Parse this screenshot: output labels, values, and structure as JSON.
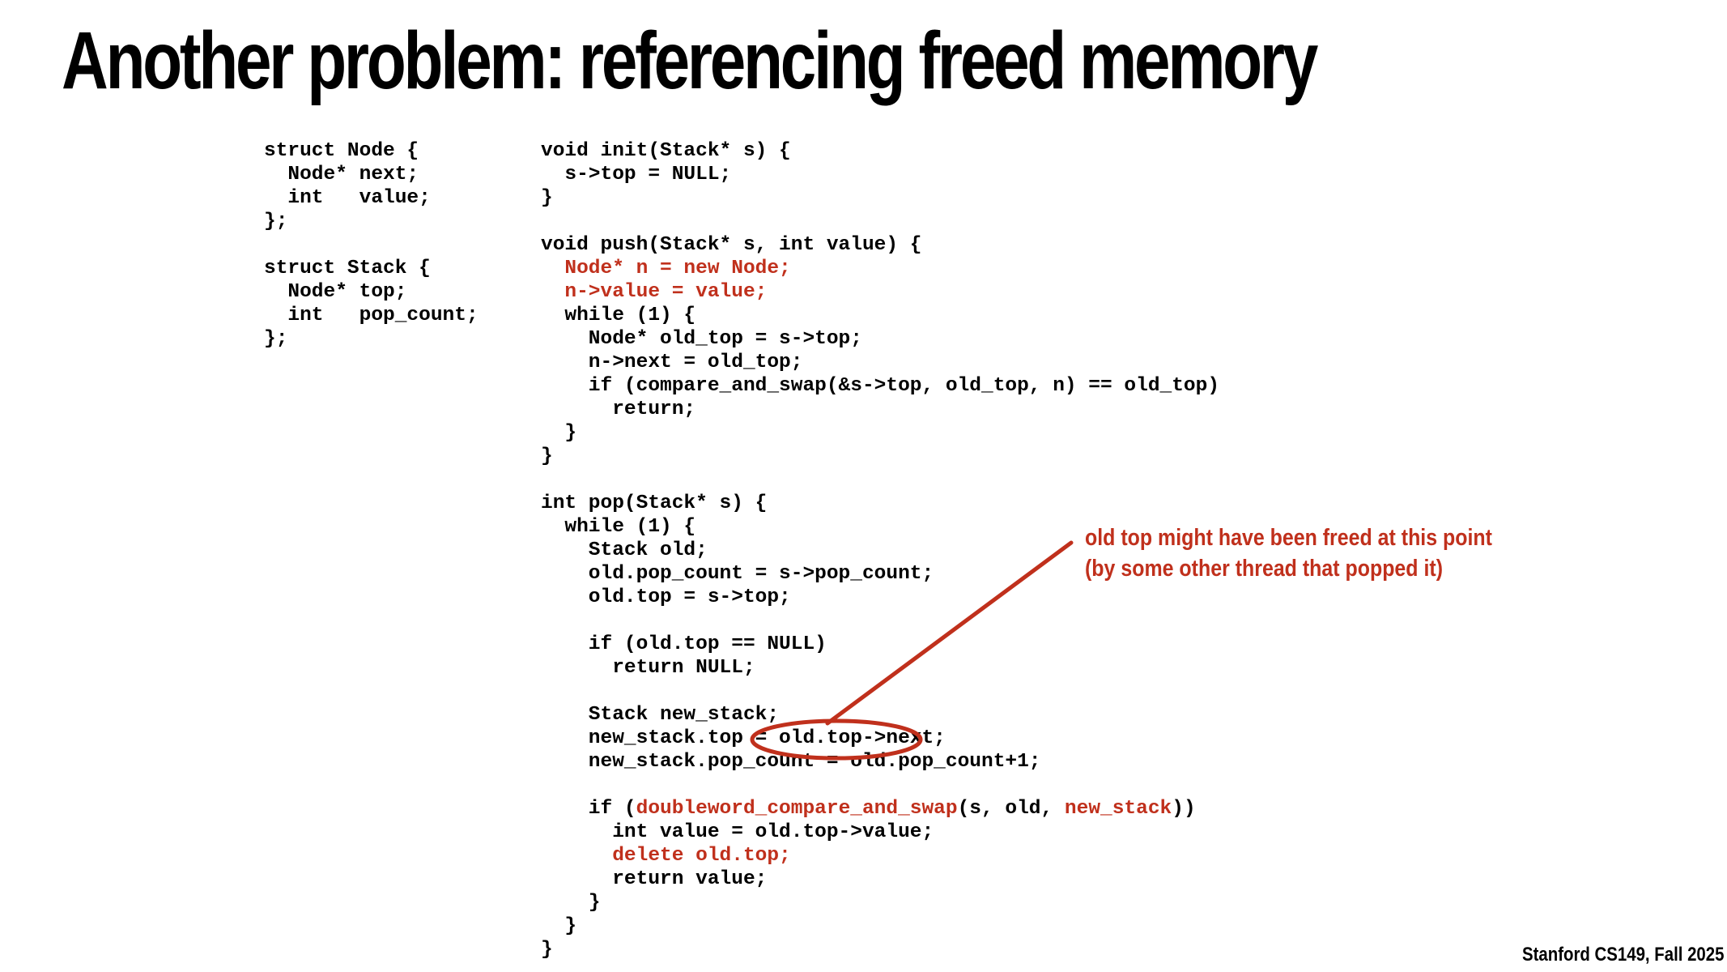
{
  "slide": {
    "title": "Another problem: referencing freed memory",
    "footer": "Stanford CS149, Fall 2025",
    "accent_color": "#c0301c"
  },
  "code_left": [
    [
      {
        "t": "struct Node {"
      }
    ],
    [
      {
        "t": "  Node* next;"
      }
    ],
    [
      {
        "t": "  int   value;"
      }
    ],
    [
      {
        "t": "};"
      }
    ],
    [
      {
        "t": ""
      }
    ],
    [
      {
        "t": "struct Stack {"
      }
    ],
    [
      {
        "t": "  Node* top;"
      }
    ],
    [
      {
        "t": "  int   pop_count;"
      }
    ],
    [
      {
        "t": "};"
      }
    ]
  ],
  "code_right": [
    [
      {
        "t": "void init(Stack* s) {"
      }
    ],
    [
      {
        "t": "  s->top = NULL;"
      }
    ],
    [
      {
        "t": "}"
      }
    ],
    [
      {
        "t": ""
      }
    ],
    [
      {
        "t": "void push(Stack* s, int value) {"
      }
    ],
    [
      {
        "t": "  "
      },
      {
        "t": "Node* n = new Node;",
        "red": true
      }
    ],
    [
      {
        "t": "  "
      },
      {
        "t": "n->value = value;",
        "red": true
      }
    ],
    [
      {
        "t": "  while (1) {"
      }
    ],
    [
      {
        "t": "    Node* old_top = s->top;"
      }
    ],
    [
      {
        "t": "    n->next = old_top;"
      }
    ],
    [
      {
        "t": "    if (compare_and_swap(&s->top, old_top, n) == old_top)"
      }
    ],
    [
      {
        "t": "      return;"
      }
    ],
    [
      {
        "t": "  }"
      }
    ],
    [
      {
        "t": "}"
      }
    ],
    [
      {
        "t": ""
      }
    ],
    [
      {
        "t": "int pop(Stack* s) {"
      }
    ],
    [
      {
        "t": "  while (1) {"
      }
    ],
    [
      {
        "t": "    Stack old;"
      }
    ],
    [
      {
        "t": "    old.pop_count = s->pop_count;"
      }
    ],
    [
      {
        "t": "    old.top = s->top;"
      }
    ],
    [
      {
        "t": ""
      }
    ],
    [
      {
        "t": "    if (old.top == NULL)"
      }
    ],
    [
      {
        "t": "      return NULL;"
      }
    ],
    [
      {
        "t": ""
      }
    ],
    [
      {
        "t": "    Stack new_stack;"
      }
    ],
    [
      {
        "t": "    new_stack.top = old.top->next;"
      }
    ],
    [
      {
        "t": "    new_stack.pop_count = old.pop_count+1;"
      }
    ],
    [
      {
        "t": ""
      }
    ],
    [
      {
        "t": "    if ("
      },
      {
        "t": "doubleword_compare_and_swap",
        "red": true
      },
      {
        "t": "(s, old, "
      },
      {
        "t": "new_stack",
        "red": true
      },
      {
        "t": "))"
      }
    ],
    [
      {
        "t": "      int value = old.top->value;"
      }
    ],
    [
      {
        "t": "      "
      },
      {
        "t": "delete old.top;",
        "red": true
      }
    ],
    [
      {
        "t": "      return value;"
      }
    ],
    [
      {
        "t": "    }"
      }
    ],
    [
      {
        "t": "  }"
      }
    ],
    [
      {
        "t": "}"
      }
    ]
  ],
  "annotation": {
    "lines": [
      "old top might have been freed at this point",
      "(by some other thread that popped it)"
    ]
  }
}
